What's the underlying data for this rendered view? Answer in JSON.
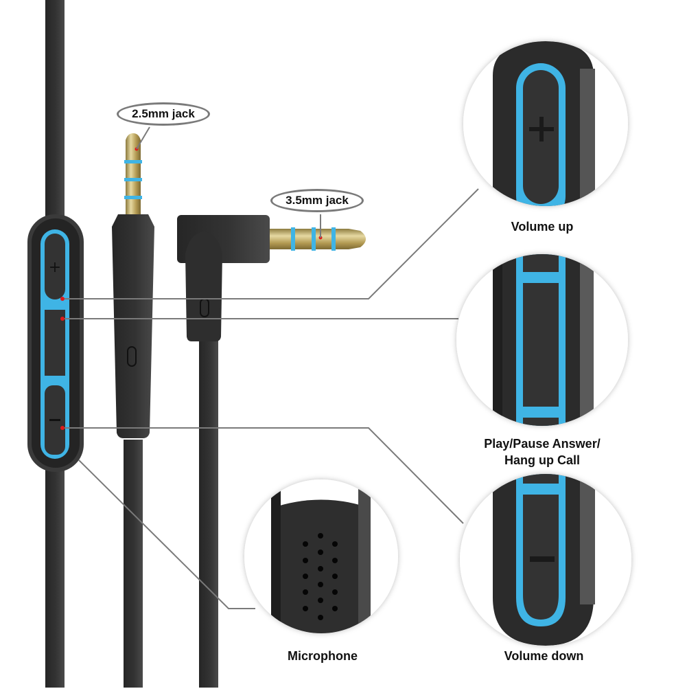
{
  "diagram": {
    "subject": "Headphone replacement cable with inline remote and microphone",
    "jack_labels": {
      "jack_2_5": "2.5mm jack",
      "jack_3_5": "3.5mm jack"
    },
    "detail_labels": {
      "volume_up": "Volume up",
      "play_pause_line1": "Play/Pause Answer/",
      "play_pause_line2": "Hang up Call",
      "microphone": "Microphone",
      "volume_down": "Volume down"
    },
    "remote_buttons": [
      {
        "name": "volume-up",
        "symbol": "+"
      },
      {
        "name": "play-pause",
        "symbol": ""
      },
      {
        "name": "volume-down",
        "symbol": "−"
      }
    ],
    "colors": {
      "cable": "#2e2e2e",
      "accent_blue": "#3fb4e5",
      "gold": "#c8b06a",
      "marker_red": "#e01a1a",
      "leader_line": "#7a7a7a",
      "background": "#ffffff"
    }
  }
}
